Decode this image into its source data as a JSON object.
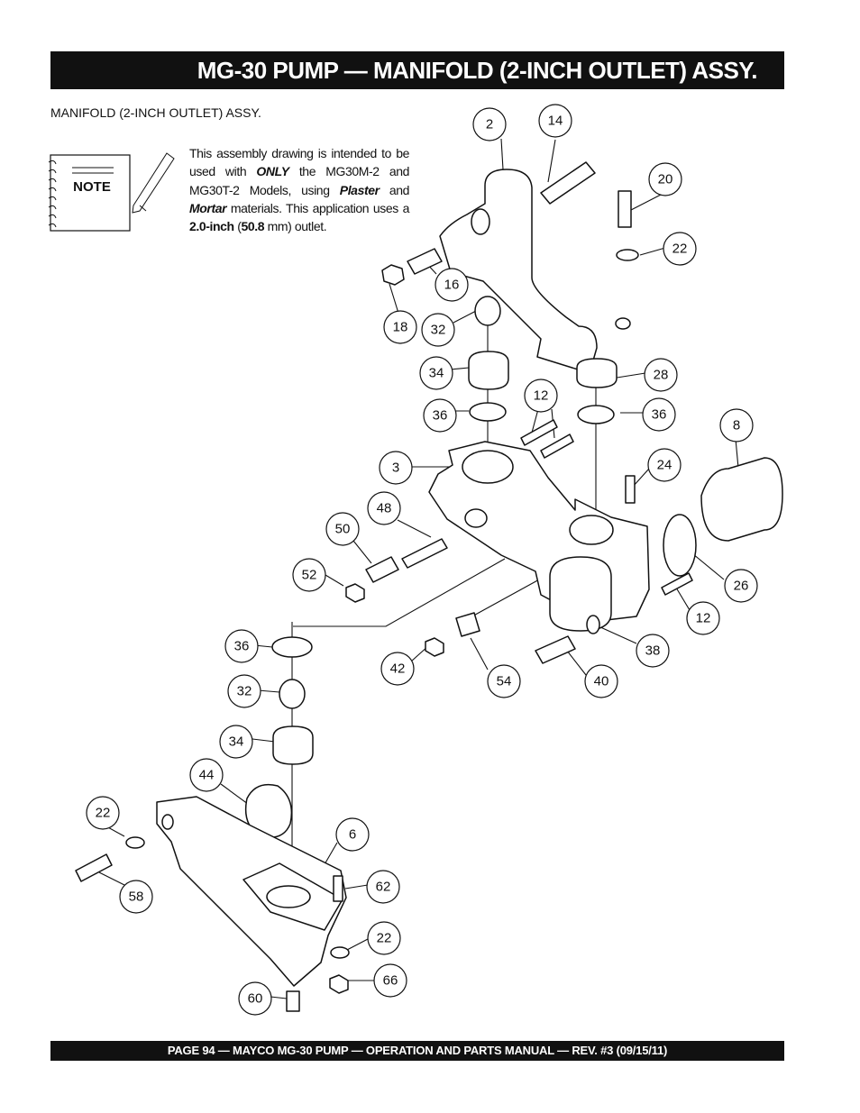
{
  "header": {
    "title": "MG-30 PUMP — MANIFOLD (2-INCH OUTLET) ASSY."
  },
  "subtitle": "MANIFOLD (2-INCH OUTLET) ASSY.",
  "note": {
    "label": "NOTE",
    "t1": "This assembly drawing is intended to be used with ",
    "only": "ONLY",
    "t2": " the MG30M-2 and MG30T-2 Models, using ",
    "plaster": "Plaster",
    "t3": " and ",
    "mortar": "Mortar",
    "t4": " materials. This application uses a ",
    "size": "2.0-inch",
    "t5": " (",
    "mm": "50.8",
    "t6": " mm) outlet."
  },
  "callouts": [
    "2",
    "14",
    "20",
    "22",
    "16",
    "18",
    "32",
    "34",
    "28",
    "12",
    "36",
    "36",
    "8",
    "24",
    "3",
    "48",
    "50",
    "52",
    "26",
    "12",
    "36",
    "38",
    "42",
    "54",
    "40",
    "32",
    "34",
    "44",
    "22",
    "6",
    "62",
    "58",
    "22",
    "66",
    "60"
  ],
  "footer": "PAGE 94 — MAYCO  MG-30 PUMP — OPERATION AND PARTS MANUAL — REV. #3 (09/15/11)"
}
